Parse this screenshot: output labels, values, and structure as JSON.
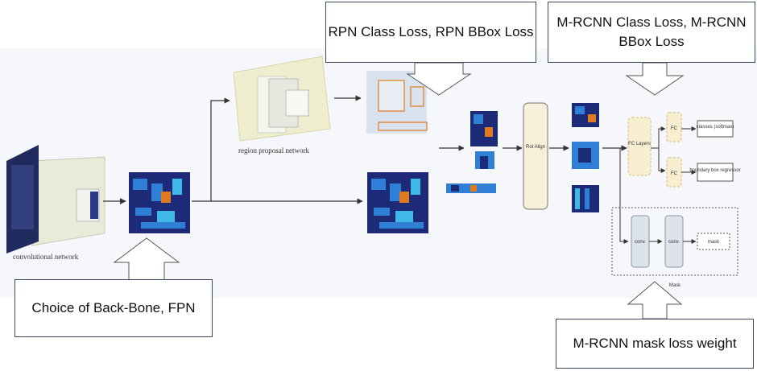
{
  "callouts": {
    "rpn_loss": "RPN Class Loss, RPN BBox Loss",
    "mrcnn_loss": "M-RCNN Class Loss, M-RCNN BBox Loss",
    "backbone": "Choice of Back-Bone, FPN",
    "mask_loss": "M-RCNN mask loss weight"
  },
  "labels": {
    "convolutional_network": "convolutional network",
    "region_proposal_network": "region proposal network",
    "roi_align": "RoI Align",
    "fc_layers": "FC Layers",
    "fc_top": "FC",
    "fc_bottom": "FC",
    "classes": "classes (softmax)",
    "bbox_regressor": "boundary box regressor",
    "conv1": "conv.",
    "conv2": "conv.",
    "mask_out": "mask",
    "mask_group": "Mask"
  },
  "colors": {
    "feature_dark": "#1c2a78",
    "feature_blue": "#2f7fd6",
    "feature_cyan": "#3fb8e8",
    "feature_orange": "#e07a20",
    "roi_align_fill": "#f6f0da",
    "fc_fill": "#f8eed2",
    "conv_fill": "#dde3ea",
    "rpn_box": "#e08a3a"
  }
}
